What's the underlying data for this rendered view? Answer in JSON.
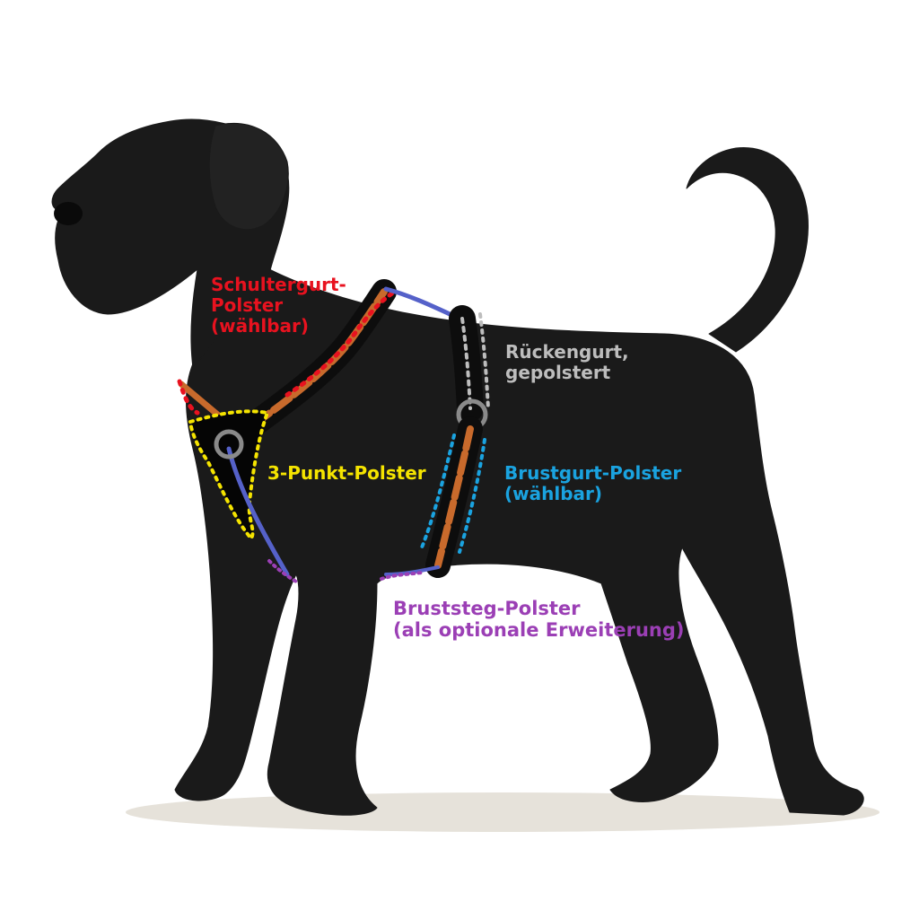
{
  "labels": {
    "shoulder": {
      "lines": [
        "Schultergurt-",
        "Polster",
        "(wählbar)"
      ],
      "color": "#e8121f"
    },
    "back": {
      "lines": [
        "Rückengurt,",
        "gepolstert"
      ],
      "color": "#bdbdbd"
    },
    "three_point": {
      "lines": [
        "3-Punkt-Polster"
      ],
      "color": "#f5e400"
    },
    "chest": {
      "lines": [
        "Brustgurt-Polster",
        "(wählbar)"
      ],
      "color": "#1aa3e0"
    },
    "sternum": {
      "lines": [
        "Bruststeg-Polster",
        "(als optionale Erweiterung)"
      ],
      "color": "#9b3fb5"
    }
  },
  "colors": {
    "strap": "#c86a2c",
    "webbing": "#5561c9",
    "ring": "#8a8a8a",
    "dog": "#1a1a1a",
    "shadow": "#e6e2da"
  }
}
